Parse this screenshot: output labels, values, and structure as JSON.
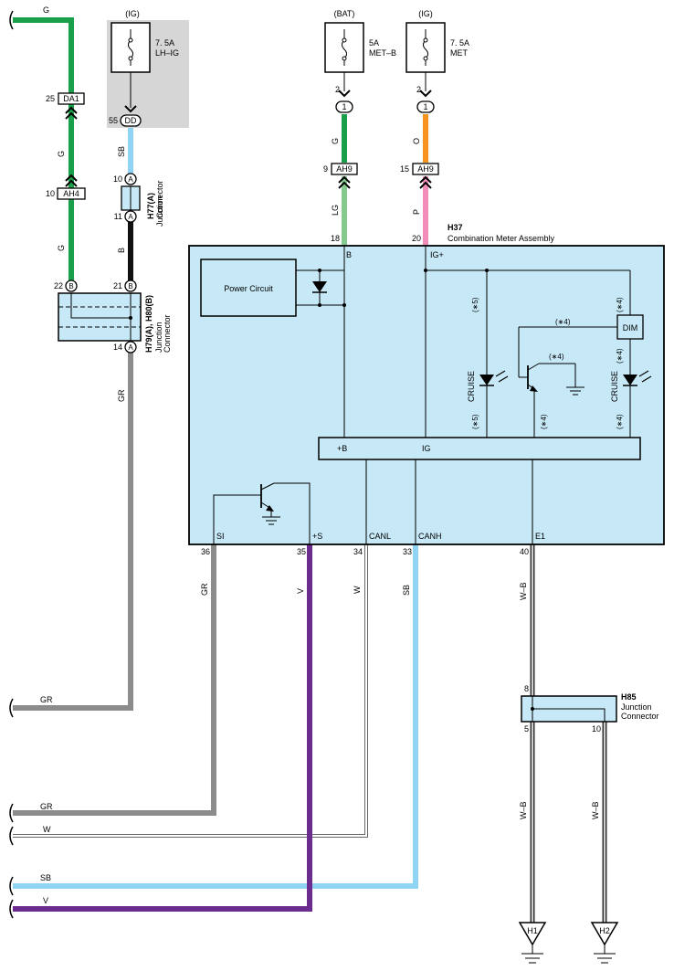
{
  "fuses": {
    "lh_ig": {
      "source": "(IG)",
      "rating": "7. 5A",
      "name": "LH–IG"
    },
    "met_b": {
      "source": "(BAT)",
      "rating": "5A",
      "name": "MET–B"
    },
    "met": {
      "source": "(IG)",
      "rating": "7. 5A",
      "name": "MET"
    }
  },
  "connectors": {
    "da1": {
      "code": "DA1",
      "pin": "25"
    },
    "ah4": {
      "code": "AH4",
      "pin": "10"
    },
    "dd": {
      "code": "DD",
      "pin": "55"
    },
    "h77": {
      "code": "H77(A)",
      "desc": "Junction Connector",
      "pin_a1": "10",
      "pin_a2": "11",
      "pin_letter": "A"
    },
    "h79": {
      "code": "H79(A), H80(B)",
      "desc": "Junction Connector",
      "pin_b1": "22",
      "pin_b2": "21",
      "pin_a": "14",
      "letter_a": "A",
      "letter_b": "B"
    },
    "ah9_left": {
      "code": "AH9",
      "pin": "9"
    },
    "ah9_right": {
      "code": "AH9",
      "pin": "15"
    },
    "fuse_pin_left": {
      "pin": "2",
      "num": "1"
    },
    "fuse_pin_right": {
      "pin": "2",
      "num": "1"
    },
    "h85": {
      "code": "H85",
      "desc": "Junction Connector",
      "pin_top": "8",
      "pin_left": "5",
      "pin_right": "10"
    },
    "h1": {
      "code": "H1"
    },
    "h2": {
      "code": "H2"
    }
  },
  "wires": {
    "g_top": "G",
    "g_mid": "G",
    "g_low": "G",
    "sb_top": "SB",
    "b": "B",
    "gr_left": "GR",
    "g_met_b": "G",
    "lg": "LG",
    "o": "O",
    "p": "P",
    "gr_si": "GR",
    "v_s": "V",
    "w_canl": "W",
    "sb_canh": "SB",
    "wb_e1": "W–B",
    "wb_h1": "W–B",
    "wb_h2": "W–B",
    "gr_bottom": "GR",
    "gr_bottom2": "GR",
    "w_bottom": "W",
    "sb_bottom": "SB",
    "v_bottom": "V"
  },
  "meter": {
    "code": "H37",
    "name": "Combination Meter Assembly",
    "pin_b_num": "18",
    "pin_b_label": "B",
    "pin_ig_num": "20",
    "pin_ig_label": "IG+",
    "power_circuit": "Power Circuit",
    "dim": "DIM",
    "cruise_left": "CRUISE",
    "cruise_right": "CRUISE",
    "note5a": "(∗5)",
    "note5b": "(∗5)",
    "note4a": "(∗4)",
    "note4b": "(∗4)",
    "note4c": "(∗4)",
    "note4d": "(∗4)",
    "note4e": "(∗4)",
    "note4f": "(∗4)",
    "bus_b": "+B",
    "bus_ig": "IG",
    "pins": [
      {
        "label": "SI",
        "num": "36"
      },
      {
        "label": "+S",
        "num": "35"
      },
      {
        "label": "CANL",
        "num": "34"
      },
      {
        "label": "CANH",
        "num": "33"
      },
      {
        "label": "E1",
        "num": "40"
      }
    ]
  },
  "colors": {
    "green": "#1aa04a",
    "sky": "#8fd4f2",
    "orange": "#f7941d",
    "pink": "#f28cb8",
    "light_green": "#86c98f",
    "gray": "#8c8c8c",
    "purple": "#6b2b8f",
    "black": "#111111",
    "box_fill": "#c7e8f6",
    "fuse_bg": "#d6d6d6"
  }
}
